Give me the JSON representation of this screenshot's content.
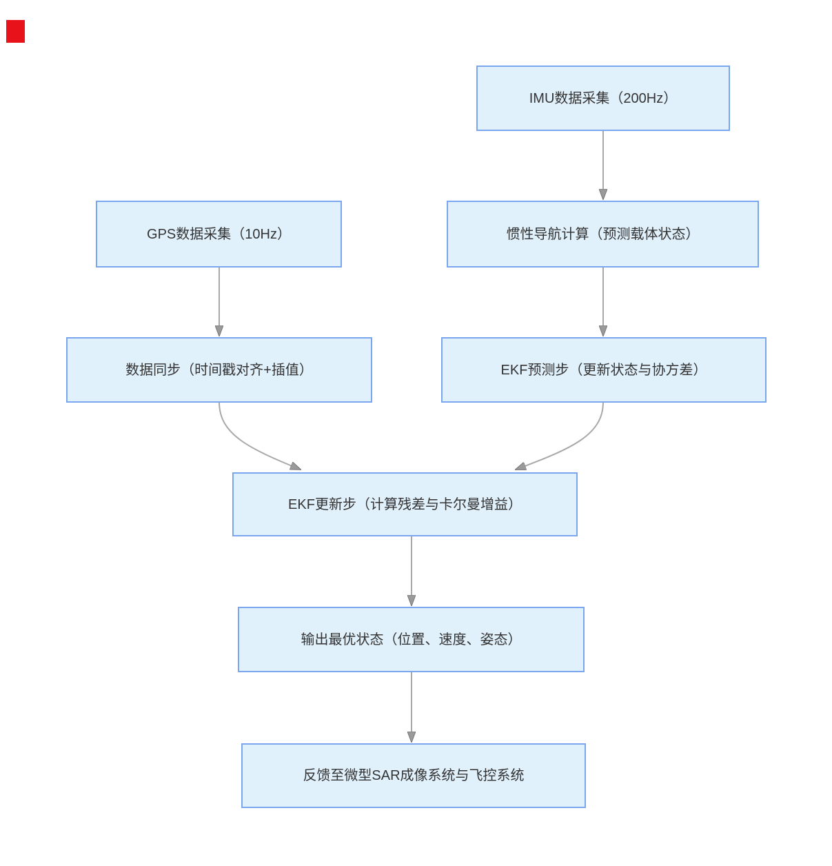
{
  "page": {
    "background": "#ffffff"
  },
  "diagram": {
    "type": "flowchart",
    "nodes": [
      {
        "id": "imu",
        "label": "IMU数据采集（200Hz）"
      },
      {
        "id": "gps",
        "label": "GPS数据采集（10Hz）"
      },
      {
        "id": "ins",
        "label": "惯性导航计算（预测载体状态）"
      },
      {
        "id": "sync",
        "label": "数据同步（时间戳对齐+插值）"
      },
      {
        "id": "ekf_predict",
        "label": "EKF预测步（更新状态与协方差）"
      },
      {
        "id": "ekf_update",
        "label": "EKF更新步（计算残差与卡尔曼增益）"
      },
      {
        "id": "output",
        "label": "输出最优状态（位置、速度、姿态）"
      },
      {
        "id": "feedback",
        "label": "反馈至微型SAR成像系统与飞控系统"
      }
    ],
    "edges": [
      {
        "from": "imu",
        "to": "ins"
      },
      {
        "from": "gps",
        "to": "sync"
      },
      {
        "from": "ins",
        "to": "ekf_predict"
      },
      {
        "from": "sync",
        "to": "ekf_update"
      },
      {
        "from": "ekf_predict",
        "to": "ekf_update"
      },
      {
        "from": "ekf_update",
        "to": "output"
      },
      {
        "from": "output",
        "to": "feedback"
      }
    ],
    "colors": {
      "page_bg": "#ffffff",
      "node_fill": "#e1f1fc",
      "node_border": "#7aa6f0",
      "text": "#333333",
      "arrow_line": "#a8a8a8",
      "arrow_head": "#9a9a9a",
      "arrow_head_stroke": "#757575",
      "marker": "#e8131a"
    }
  }
}
